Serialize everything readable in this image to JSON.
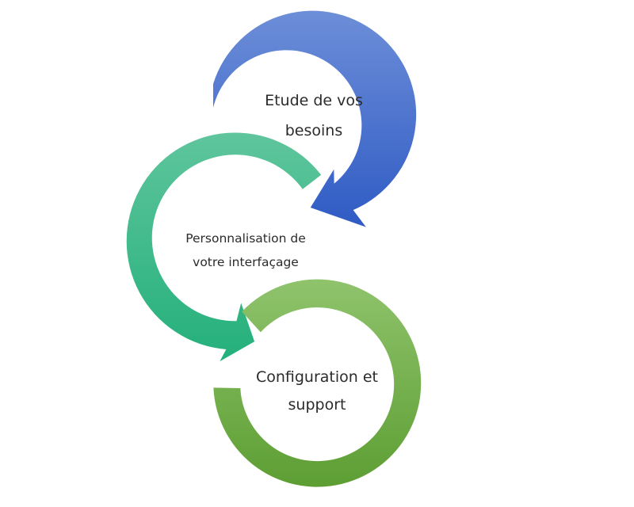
{
  "steps": [
    {
      "id": "etude",
      "lines": [
        "Etude de vos",
        "besoins"
      ],
      "color_top": "#6d8ed8",
      "color_bottom": "#2f5bc4"
    },
    {
      "id": "personnalisation",
      "lines": [
        "Personnalisation de",
        "votre interfaçage"
      ],
      "color_top": "#5fc59c",
      "color_bottom": "#24b07b"
    },
    {
      "id": "configuration",
      "lines": [
        "Configuration et",
        "support"
      ],
      "color_top": "#8fc36c",
      "color_bottom": "#5d9e33"
    }
  ]
}
